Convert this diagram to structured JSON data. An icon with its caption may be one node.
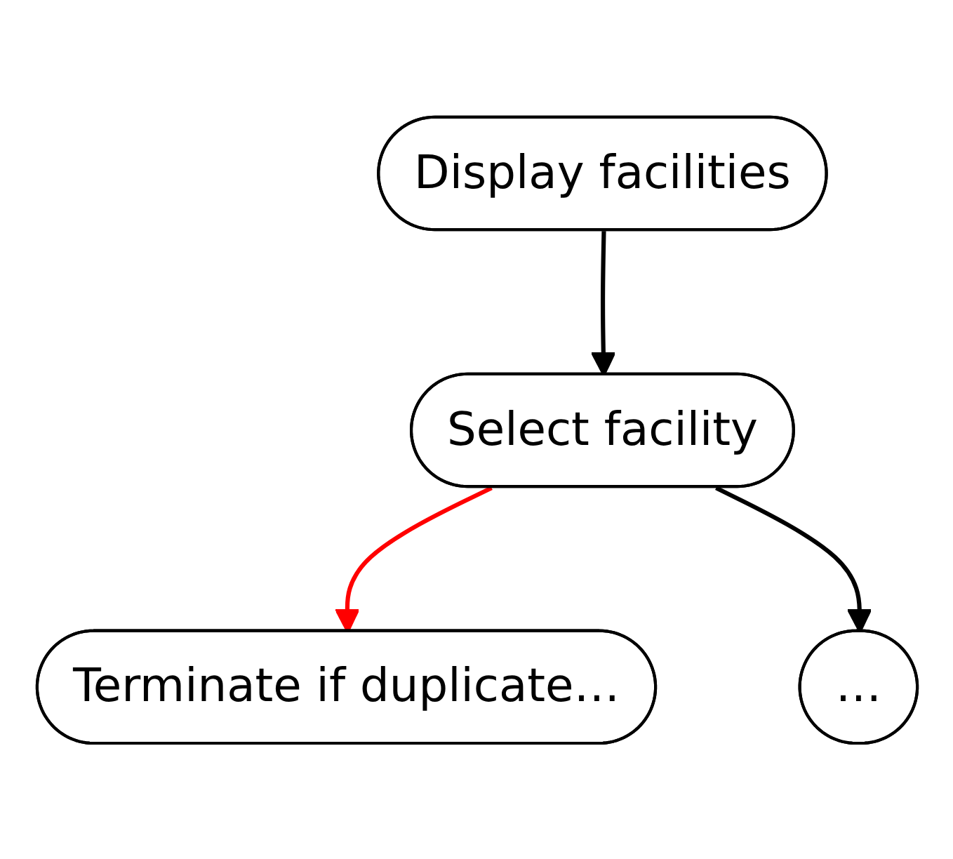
{
  "diagram": {
    "nodes": [
      {
        "text": [
          "Display facilities"
        ]
      },
      {
        "text": [
          "Select facility"
        ]
      },
      {
        "text": [
          "Terminate if duplicate…"
        ]
      },
      {
        "text": [
          "…"
        ]
      }
    ],
    "edges": [
      {
        "from": 0,
        "to": 1,
        "arrow": "to"
      },
      {
        "from": 1,
        "to": 2,
        "arrow": "to",
        "color": "#ff0000"
      },
      {
        "from": 1,
        "to": 3,
        "arrow": "to"
      }
    ]
  }
}
